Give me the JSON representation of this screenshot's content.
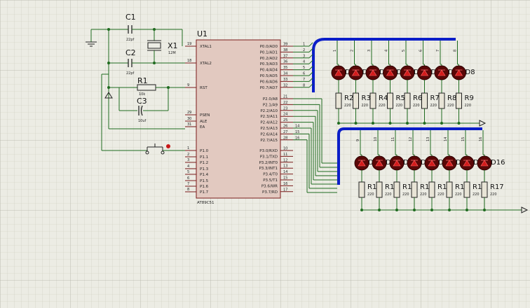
{
  "mcu": {
    "ref": "U1",
    "part": "AT89C51",
    "left_pins": [
      {
        "num": "19",
        "name": "XTAL1"
      },
      {
        "num": "18",
        "name": "XTAL2"
      },
      {
        "num": "9",
        "name": "RST"
      },
      {
        "num": "29",
        "name": "PSEN"
      },
      {
        "num": "30",
        "name": "ALE"
      },
      {
        "num": "31",
        "name": "EA"
      },
      {
        "num": "1",
        "name": "P1.0"
      },
      {
        "num": "2",
        "name": "P1.1"
      },
      {
        "num": "3",
        "name": "P1.2"
      },
      {
        "num": "4",
        "name": "P1.3"
      },
      {
        "num": "5",
        "name": "P1.4"
      },
      {
        "num": "6",
        "name": "P1.5"
      },
      {
        "num": "7",
        "name": "P1.6"
      },
      {
        "num": "8",
        "name": "P1.7"
      }
    ],
    "port0": [
      {
        "num": "39",
        "name": "P0.0/AD0"
      },
      {
        "num": "38",
        "name": "P0.1/AD1"
      },
      {
        "num": "37",
        "name": "P0.2/AD2"
      },
      {
        "num": "36",
        "name": "P0.3/AD3"
      },
      {
        "num": "35",
        "name": "P0.4/AD4"
      },
      {
        "num": "34",
        "name": "P0.5/AD5"
      },
      {
        "num": "33",
        "name": "P0.6/AD6"
      },
      {
        "num": "32",
        "name": "P0.7/AD7"
      }
    ],
    "port2": [
      {
        "num": "21",
        "name": "P2.0/A8"
      },
      {
        "num": "22",
        "name": "P2.1/A9"
      },
      {
        "num": "23",
        "name": "P2.2/A10"
      },
      {
        "num": "24",
        "name": "P2.3/A11"
      },
      {
        "num": "25",
        "name": "P2.4/A12"
      },
      {
        "num": "26",
        "name": "P2.5/A13"
      },
      {
        "num": "27",
        "name": "P2.6/A14"
      },
      {
        "num": "28",
        "name": "P2.7/A15"
      }
    ],
    "port3": [
      {
        "num": "10",
        "name": "P3.0/RXD"
      },
      {
        "num": "11",
        "name": "P3.1/TXD"
      },
      {
        "num": "12",
        "name": "P3.2/INT0"
      },
      {
        "num": "13",
        "name": "P3.3/INT1"
      },
      {
        "num": "14",
        "name": "P3.4/T0"
      },
      {
        "num": "15",
        "name": "P3.5/T1"
      },
      {
        "num": "16",
        "name": "P3.6/WR"
      },
      {
        "num": "17",
        "name": "P3.7/RD"
      }
    ]
  },
  "p0_net_labels": [
    "1",
    "2",
    "3",
    "4",
    "5",
    "6",
    "7",
    "8"
  ],
  "p2_net_labels": [
    "9",
    "10",
    "11",
    "12",
    "13",
    "14",
    "15",
    "16"
  ],
  "c1": {
    "ref": "C1",
    "value": "22pf"
  },
  "c2": {
    "ref": "C2",
    "value": "22pf"
  },
  "c3": {
    "ref": "C3",
    "value": "10uf"
  },
  "r1": {
    "ref": "R1",
    "value": "10k"
  },
  "x1": {
    "ref": "X1",
    "value": "12M"
  },
  "led_row1": {
    "leds": [
      "D1",
      "D2",
      "D3",
      "D4",
      "D5",
      "D6",
      "D7",
      "D8"
    ],
    "nets": [
      "1",
      "2",
      "3",
      "4",
      "5",
      "6",
      "7",
      "8"
    ],
    "resistors": [
      "R2",
      "R3",
      "R4",
      "R5",
      "R6",
      "R7",
      "R8",
      "R9"
    ],
    "values": [
      "220",
      "220",
      "220",
      "220",
      "220",
      "220",
      "220",
      "220"
    ]
  },
  "led_row2": {
    "leds": [
      "D9",
      "D10",
      "D11",
      "D12",
      "D13",
      "D14",
      "D15",
      "D16"
    ],
    "nets": [
      "9",
      "10",
      "11",
      "12",
      "13",
      "14",
      "15",
      "16"
    ],
    "resistors": [
      "R10",
      "R11",
      "R12",
      "R13",
      "R14",
      "R15",
      "R16",
      "R17"
    ],
    "values": [
      "220",
      "220",
      "220",
      "220",
      "220",
      "220",
      "220",
      "220"
    ]
  }
}
